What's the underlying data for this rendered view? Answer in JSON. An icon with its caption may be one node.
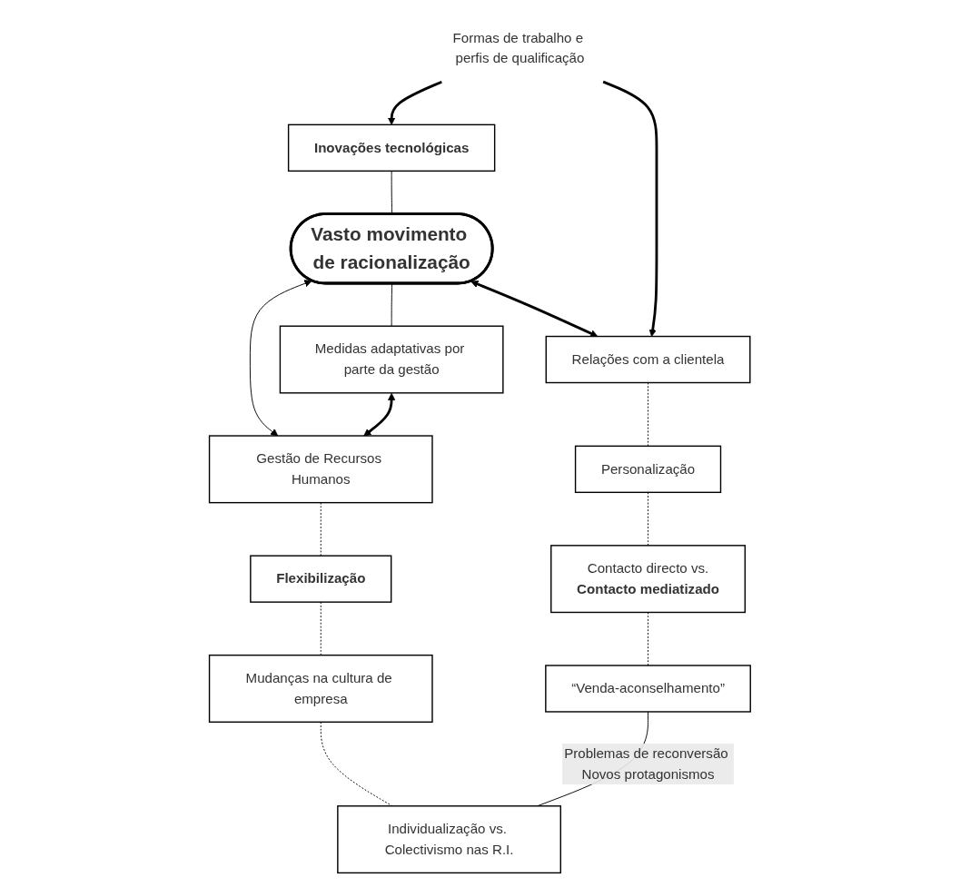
{
  "diagram": {
    "nodes": [
      {
        "text": [
          "Inovações tecnológicas"
        ]
      },
      {
        "text": [
          "Vasto movimento de racionalização"
        ]
      },
      {
        "text": [
          "Medidas adaptativas por parte da gestão"
        ]
      },
      {
        "text": [
          "Relações com a clientela"
        ]
      },
      {
        "text": [
          "Personalização"
        ]
      },
      {
        "text": [
          "Contacto directo vs.",
          "Contacto mediatizado"
        ]
      },
      {
        "text": [
          "“Venda-aconselhamento”"
        ]
      },
      {
        "text": [
          "Gestão de Recursos Humanos"
        ]
      },
      {
        "text": [
          "Flexibilização"
        ]
      },
      {
        "text": [
          "Mudanças na cultura de empresa"
        ]
      },
      {
        "text": [
          "Individualização vs. Colectivismo nas R.I."
        ]
      },
      {
        "text": [
          "Formas de trabalho e perfis de qualificação"
        ]
      }
    ],
    "edges": [
      {
        "from": 0,
        "to": 1,
        "arrow": "none"
      },
      {
        "from": 1,
        "to": 2,
        "arrow": "none"
      },
      {
        "from": 1,
        "to": 3,
        "arrow": "both",
        "style": "thick"
      },
      {
        "from": 1,
        "to": 7,
        "arrow": "both"
      },
      {
        "from": 11,
        "to": 0,
        "arrow": "to",
        "style": "thick"
      },
      {
        "from": 11,
        "to": 3,
        "arrow": "to",
        "style": "thick"
      },
      {
        "from": 2,
        "to": 7,
        "arrow": "both",
        "style": "thick"
      },
      {
        "from": 3,
        "to": 4,
        "arrow": "none",
        "style": "dashed"
      },
      {
        "from": 4,
        "to": 5,
        "arrow": "none",
        "style": "dashed"
      },
      {
        "from": 5,
        "to": 6,
        "arrow": "none",
        "style": "dashed"
      },
      {
        "from": 7,
        "to": 8,
        "arrow": "none",
        "style": "dashed"
      },
      {
        "from": 8,
        "to": 9,
        "arrow": "none",
        "style": "dashed"
      },
      {
        "from": 9,
        "to": 10,
        "arrow": "none",
        "style": "dashed"
      },
      {
        "from": 6,
        "to": 10,
        "arrow": "none",
        "label": "Problemas de reconversão Novos protagonismos"
      }
    ]
  }
}
